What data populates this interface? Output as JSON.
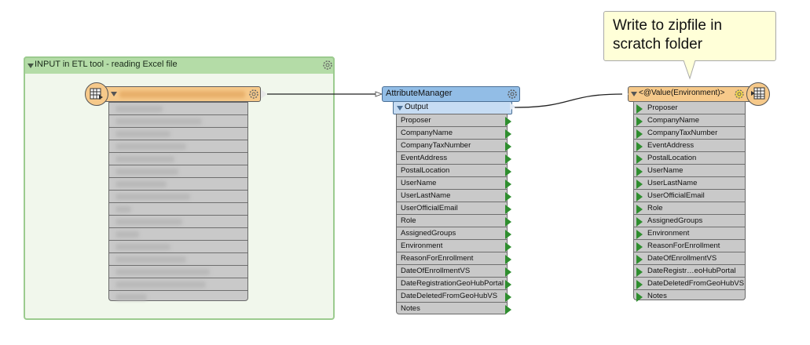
{
  "bookmark": {
    "title": "INPUT in ETL tool - reading Excel file"
  },
  "attribute_manager": {
    "title": "AttributeManager",
    "output_port": "Output",
    "attributes": [
      "Proposer",
      "CompanyName",
      "CompanyTaxNumber",
      "EventAddress",
      "PostalLocation",
      "UserName",
      "UserLastName",
      "UserOfficialEmail",
      "Role",
      "AssignedGroups",
      "Environment",
      "ReasonForEnrollment",
      "DateOfEnrollmentVS",
      "DateRegistrationGeoHubPortal",
      "DateDeletedFromGeoHubVS",
      "Notes"
    ]
  },
  "writer": {
    "title": "<@Value(Environment)>",
    "attributes": [
      "Proposer",
      "CompanyName",
      "CompanyTaxNumber",
      "EventAddress",
      "PostalLocation",
      "UserName",
      "UserLastName",
      "UserOfficialEmail",
      "Role",
      "AssignedGroups",
      "Environment",
      "ReasonForEnrollment",
      "DateOfEnrollmentVS",
      "DateRegistr…eoHubPortal",
      "DateDeletedFromGeoHubVS",
      "Notes"
    ]
  },
  "annotation": {
    "text": "Write to zipfile in scratch folder"
  },
  "colors": {
    "bookmark_fill": "#f1f7ec",
    "bookmark_header": "#b4dca7",
    "reader_writer_header": "#f6c98a",
    "transformer_header": "#92bde6",
    "port_green": "#2f8e2f",
    "note_fill": "#ffffd8"
  }
}
